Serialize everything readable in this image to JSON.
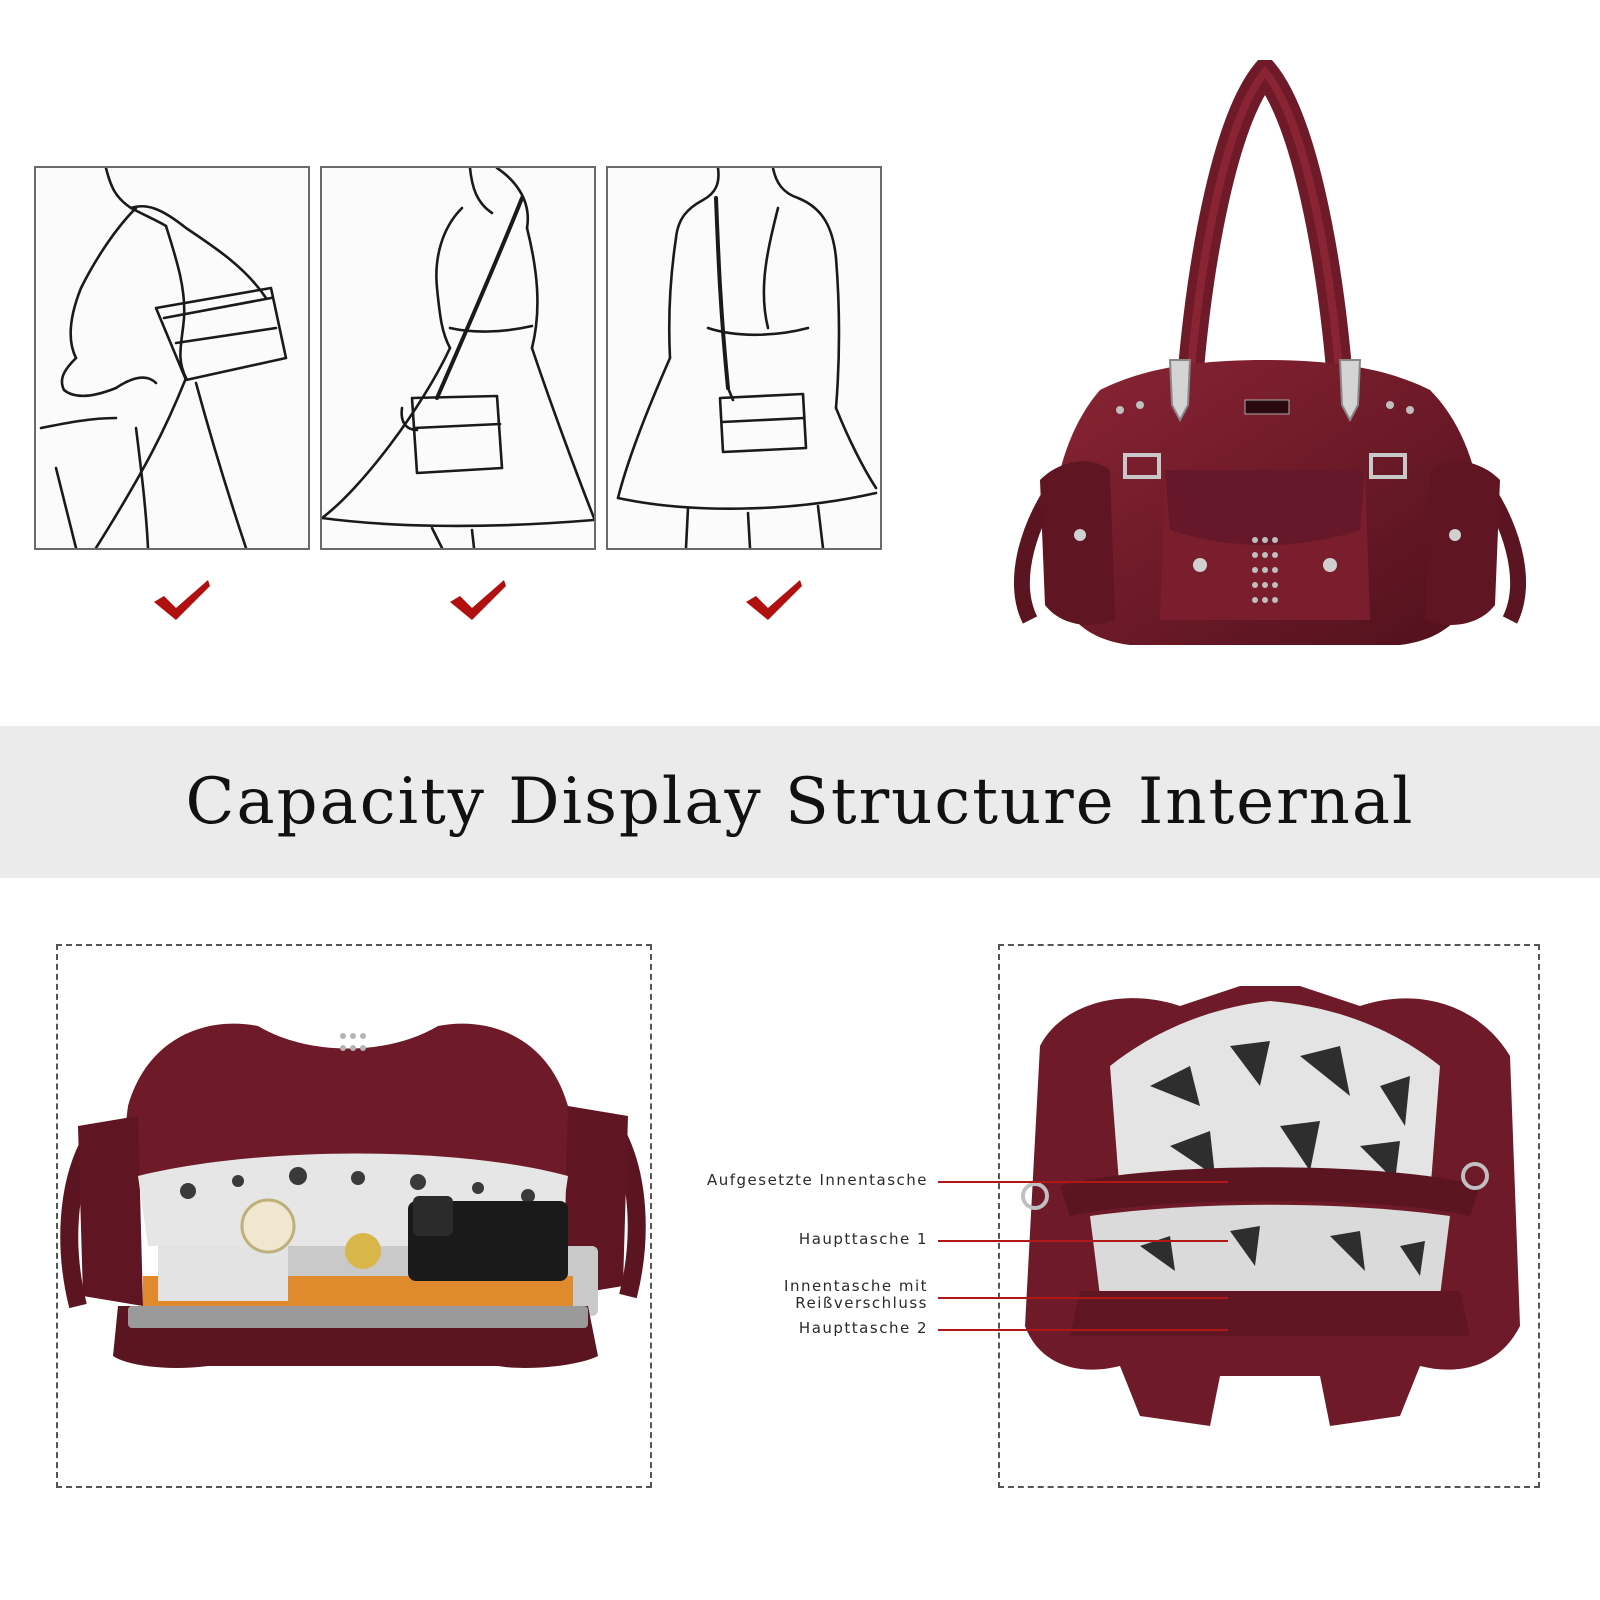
{
  "banner": {
    "title": "Capacity Display Structure Internal"
  },
  "carry_styles": [
    {
      "style": "shoulder"
    },
    {
      "style": "crossbody-side"
    },
    {
      "style": "crossbody-front"
    }
  ],
  "check_icon": "check-mark-icon",
  "callouts": [
    {
      "label_lines": [
        "Aufgesetzte Innentasche"
      ]
    },
    {
      "label_lines": [
        "Haupttasche 1"
      ]
    },
    {
      "label_lines": [
        "Innentasche mit",
        "Reißverschluss"
      ]
    },
    {
      "label_lines": [
        "Haupttasche 2"
      ]
    }
  ],
  "colors": {
    "leather": "#6e1a28",
    "leather_dark": "#4a0f19",
    "check": "#b01010",
    "callout_line": "#b01818",
    "banner_bg": "#ebebeb"
  }
}
